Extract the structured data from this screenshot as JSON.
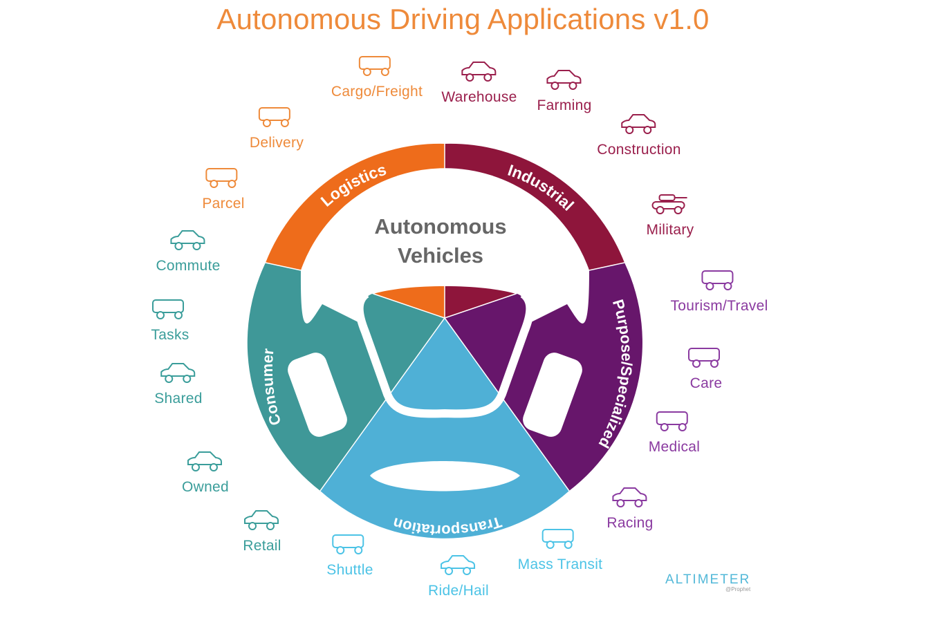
{
  "title": "Autonomous Driving Applications v1.0",
  "center_label": [
    "Autonomous",
    "Vehicles"
  ],
  "colors": {
    "logistics": "#ee6c1b",
    "industrial": "#8e153b",
    "specialized": "#67166b",
    "transportation": "#4fb0d6",
    "consumer": "#3f9898",
    "center_text": "#666666",
    "logistics_text": "#ee8a3a",
    "industrial_text": "#9a1f4c",
    "specialized_text": "#8a3aa0",
    "transportation_text": "#4cc3e6",
    "consumer_text": "#3a9d9a"
  },
  "segments": [
    {
      "key": "logistics",
      "label": "Logistics"
    },
    {
      "key": "industrial",
      "label": "Industrial"
    },
    {
      "key": "specialized",
      "label": "Purpose/Specialized"
    },
    {
      "key": "transportation",
      "label": "Transportation"
    },
    {
      "key": "consumer",
      "label": "Consumer"
    }
  ],
  "applications": [
    {
      "label": "Cargo/Freight",
      "segment": "logistics",
      "icon": "cargo-truck-icon"
    },
    {
      "label": "Delivery",
      "segment": "logistics",
      "icon": "delivery-van-icon"
    },
    {
      "label": "Parcel",
      "segment": "logistics",
      "icon": "parcel-truck-icon"
    },
    {
      "label": "Warehouse",
      "segment": "industrial",
      "icon": "forklift-icon"
    },
    {
      "label": "Farming",
      "segment": "industrial",
      "icon": "tractor-icon"
    },
    {
      "label": "Construction",
      "segment": "industrial",
      "icon": "excavator-icon"
    },
    {
      "label": "Military",
      "segment": "industrial",
      "icon": "tank-icon"
    },
    {
      "label": "Tourism/Travel",
      "segment": "specialized",
      "icon": "coach-bus-icon"
    },
    {
      "label": "Care",
      "segment": "specialized",
      "icon": "van-icon"
    },
    {
      "label": "Medical",
      "segment": "specialized",
      "icon": "ambulance-icon"
    },
    {
      "label": "Racing",
      "segment": "specialized",
      "icon": "race-car-icon"
    },
    {
      "label": "Mass Transit",
      "segment": "transportation",
      "icon": "bus-icon"
    },
    {
      "label": "Ride/Hail",
      "segment": "transportation",
      "icon": "small-car-icon"
    },
    {
      "label": "Shuttle",
      "segment": "transportation",
      "icon": "shuttle-icon"
    },
    {
      "label": "Retail",
      "segment": "consumer",
      "icon": "compact-car-icon"
    },
    {
      "label": "Owned",
      "segment": "consumer",
      "icon": "sedan-icon"
    },
    {
      "label": "Shared",
      "segment": "consumer",
      "icon": "hatchback-icon"
    },
    {
      "label": "Tasks",
      "segment": "consumer",
      "icon": "camper-icon"
    },
    {
      "label": "Commute",
      "segment": "consumer",
      "icon": "wagon-icon"
    }
  ],
  "logo": {
    "brand": "ALTIMETER",
    "sub": "@Prophet"
  }
}
